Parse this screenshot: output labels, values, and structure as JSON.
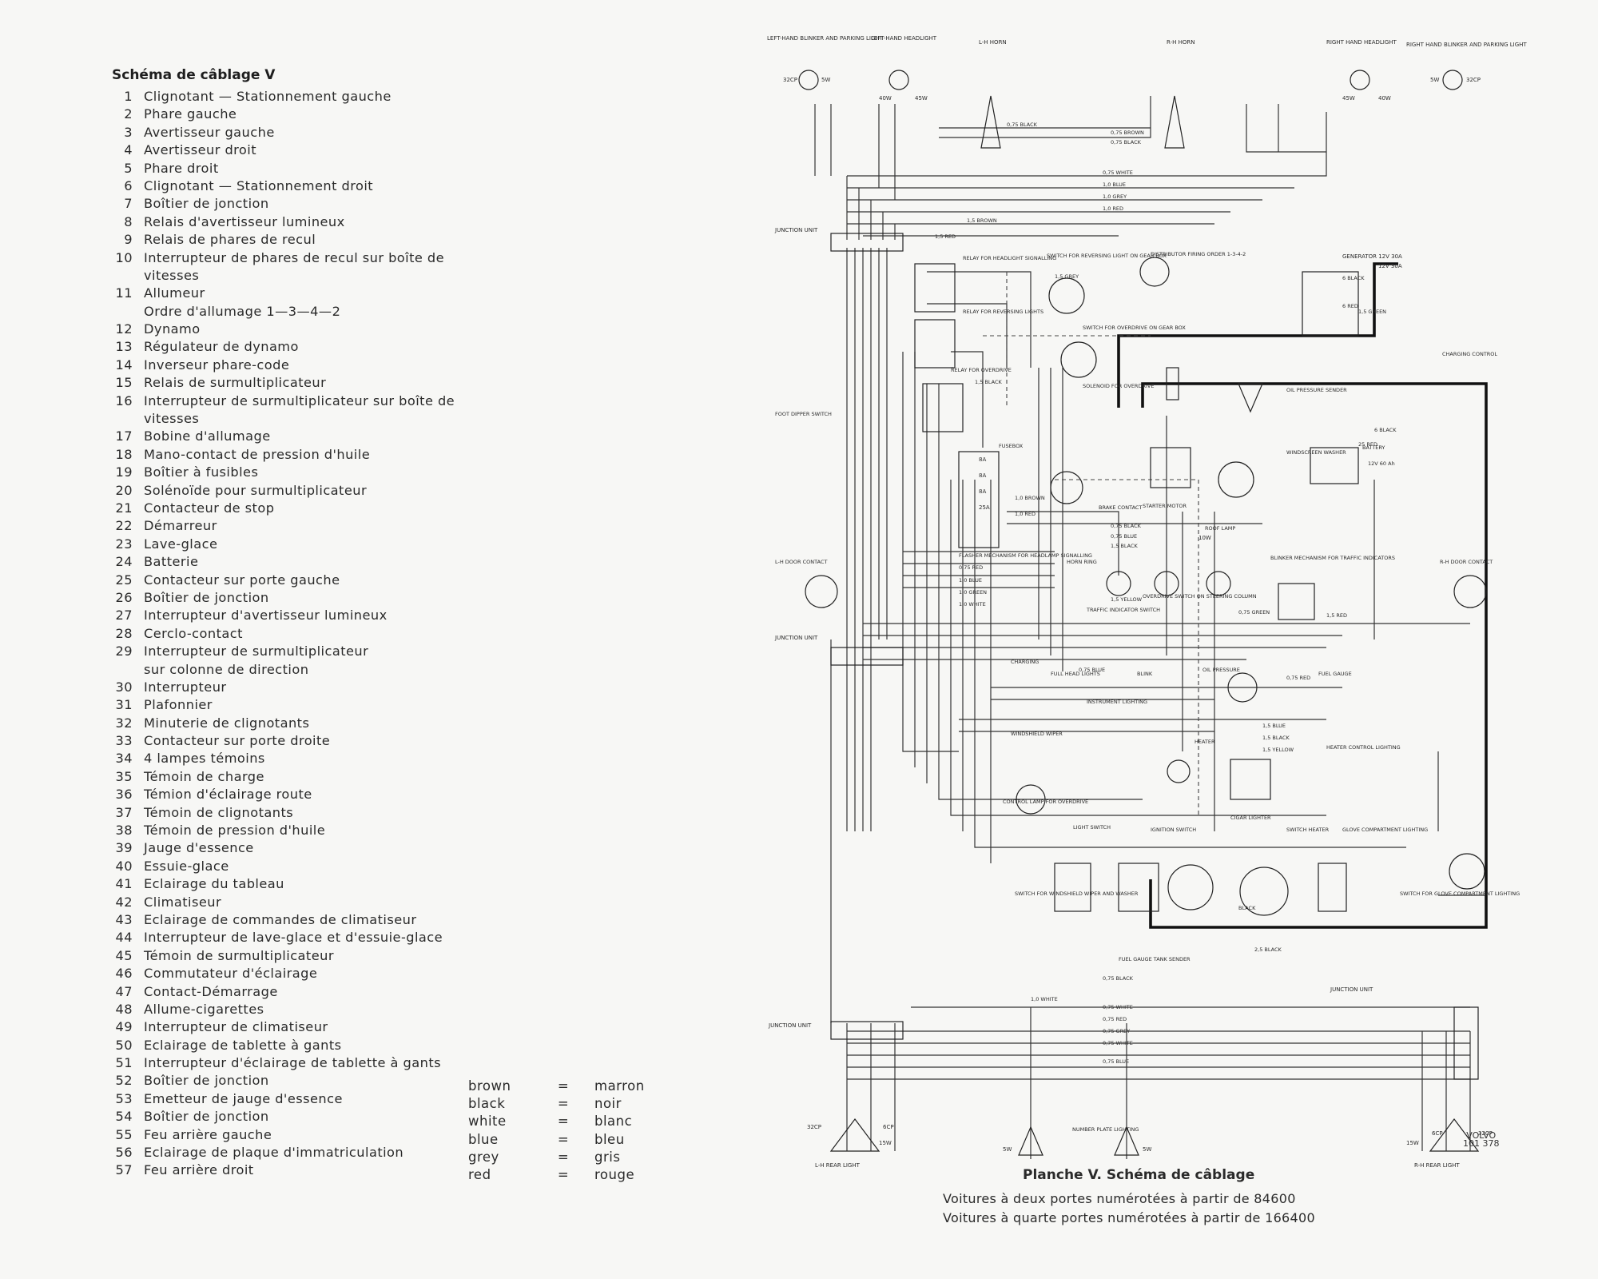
{
  "legend": {
    "title": "Schéma de câblage V",
    "items": [
      {
        "num": "1",
        "text": "Clignotant — Stationnement gauche"
      },
      {
        "num": "2",
        "text": "Phare gauche"
      },
      {
        "num": "3",
        "text": "Avertisseur gauche"
      },
      {
        "num": "4",
        "text": "Avertisseur droit"
      },
      {
        "num": "5",
        "text": "Phare droit"
      },
      {
        "num": "6",
        "text": "Clignotant — Stationnement droit"
      },
      {
        "num": "7",
        "text": "Boîtier de jonction"
      },
      {
        "num": "8",
        "text": "Relais d'avertisseur lumineux"
      },
      {
        "num": "9",
        "text": "Relais de phares de recul"
      },
      {
        "num": "10",
        "text": "Interrupteur de phares de recul sur boîte de"
      },
      {
        "num": "",
        "text": "vitesses"
      },
      {
        "num": "11",
        "text": "Allumeur"
      },
      {
        "num": "",
        "text": "Ordre d'allumage 1—3—4—2"
      },
      {
        "num": "12",
        "text": "Dynamo"
      },
      {
        "num": "13",
        "text": "Régulateur de dynamo"
      },
      {
        "num": "14",
        "text": "Inverseur phare-code"
      },
      {
        "num": "15",
        "text": "Relais de surmultiplicateur"
      },
      {
        "num": "16",
        "text": "Interrupteur de surmultiplicateur sur boîte de"
      },
      {
        "num": "",
        "text": "vitesses"
      },
      {
        "num": "17",
        "text": "Bobine d'allumage"
      },
      {
        "num": "18",
        "text": "Mano-contact de pression d'huile"
      },
      {
        "num": "19",
        "text": "Boîtier à fusibles"
      },
      {
        "num": "20",
        "text": "Solénoïde pour surmultiplicateur"
      },
      {
        "num": "21",
        "text": "Contacteur de stop"
      },
      {
        "num": "22",
        "text": "Démarreur"
      },
      {
        "num": "23",
        "text": "Lave-glace"
      },
      {
        "num": "24",
        "text": "Batterie"
      },
      {
        "num": "25",
        "text": "Contacteur sur porte gauche"
      },
      {
        "num": "26",
        "text": "Boîtier de jonction"
      },
      {
        "num": "27",
        "text": "Interrupteur d'avertisseur lumineux"
      },
      {
        "num": "28",
        "text": "Cerclo-contact"
      },
      {
        "num": "29",
        "text": "Interrupteur de surmultiplicateur"
      },
      {
        "num": "",
        "text": "sur colonne de direction"
      },
      {
        "num": "30",
        "text": "Interrupteur"
      },
      {
        "num": "31",
        "text": "Plafonnier"
      },
      {
        "num": "32",
        "text": "Minuterie de clignotants"
      },
      {
        "num": "33",
        "text": "Contacteur sur porte droite"
      },
      {
        "num": "34",
        "text": "4 lampes témoins"
      },
      {
        "num": "35",
        "text": "Témoin de charge"
      },
      {
        "num": "36",
        "text": "Témion d'éclairage route"
      },
      {
        "num": "37",
        "text": "Témoin de clignotants"
      },
      {
        "num": "38",
        "text": "Témoin de pression d'huile"
      },
      {
        "num": "39",
        "text": "Jauge d'essence"
      },
      {
        "num": "40",
        "text": "Essuie-glace"
      },
      {
        "num": "41",
        "text": "Eclairage du tableau"
      },
      {
        "num": "42",
        "text": "Climatiseur"
      },
      {
        "num": "43",
        "text": "Eclairage de commandes de climatiseur"
      },
      {
        "num": "44",
        "text": "Interrupteur de lave-glace et d'essuie-glace"
      },
      {
        "num": "45",
        "text": "Témoin de surmultiplicateur"
      },
      {
        "num": "46",
        "text": "Commutateur d'éclairage"
      },
      {
        "num": "47",
        "text": "Contact-Démarrage"
      },
      {
        "num": "48",
        "text": "Allume-cigarettes"
      },
      {
        "num": "49",
        "text": "Interrupteur de climatiseur"
      },
      {
        "num": "50",
        "text": "Eclairage de tablette à gants"
      },
      {
        "num": "51",
        "text": "Interrupteur d'éclairage de tablette à gants"
      },
      {
        "num": "52",
        "text": "Boîtier de jonction"
      },
      {
        "num": "53",
        "text": "Emetteur de jauge d'essence"
      },
      {
        "num": "54",
        "text": "Boîtier de jonction"
      },
      {
        "num": "55",
        "text": "Feu arrière gauche"
      },
      {
        "num": "56",
        "text": "Eclairage de plaque d'immatriculation"
      },
      {
        "num": "57",
        "text": "Feu arrière droit"
      }
    ]
  },
  "colors_table": [
    {
      "en": "brown",
      "eq": "=",
      "fr": "marron"
    },
    {
      "en": "black",
      "eq": "=",
      "fr": "noir"
    },
    {
      "en": "white",
      "eq": "=",
      "fr": "blanc"
    },
    {
      "en": "blue",
      "eq": "=",
      "fr": "bleu"
    },
    {
      "en": "grey",
      "eq": "=",
      "fr": "gris"
    },
    {
      "en": "red",
      "eq": "=",
      "fr": "rouge"
    }
  ],
  "caption": {
    "title": "Planche V.  Schéma de câblage",
    "line1": "Voitures à deux portes numérotées à partir de 84600",
    "line2": "Voitures à quarte portes numérotées à partir de 166400"
  },
  "stamp": {
    "brand": "VOLVO",
    "code": "101 378"
  },
  "diagram": {
    "component_labels": [
      {
        "id": "lh-blinker",
        "text": "LEFT-HAND BLINKER AND PARKING LIGHT"
      },
      {
        "id": "lh-headlight",
        "text": "LEFT-HAND HEADLIGHT"
      },
      {
        "id": "lh-horn",
        "text": "L-H HORN"
      },
      {
        "id": "rh-horn",
        "text": "R-H HORN"
      },
      {
        "id": "rh-headlight",
        "text": "RIGHT HAND HEADLIGHT"
      },
      {
        "id": "rh-blinker",
        "text": "RIGHT HAND BLINKER AND PARKING LIGHT"
      },
      {
        "id": "junction-top",
        "text": "JUNCTION UNIT"
      },
      {
        "id": "relay-signal",
        "text": "RELAY FOR HEADLIGHT SIGNALLING"
      },
      {
        "id": "relay-reversing",
        "text": "RELAY FOR REVERSING LIGHTS"
      },
      {
        "id": "relay-overdrive",
        "text": "RELAY FOR OVERDRIVE"
      },
      {
        "id": "switch-reversing",
        "text": "SWITCH FOR REVERSING LIGHT ON GEAR BOX"
      },
      {
        "id": "distributor",
        "text": "DISTRIBUTOR FIRING ORDER 1-3-4-2"
      },
      {
        "id": "generator",
        "text": "GENERATOR 12V 30A"
      },
      {
        "id": "charging-control",
        "text": "CHARGING CONTROL"
      },
      {
        "id": "switch-overdrive",
        "text": "SWITCH FOR OVERDRIVE ON GEAR BOX"
      },
      {
        "id": "solenoid",
        "text": "SOLENOID FOR OVERDRIVE"
      },
      {
        "id": "oil-sender",
        "text": "OIL PRESSURE SENDER"
      },
      {
        "id": "foot-dipper",
        "text": "FOOT DIPPER SWITCH"
      },
      {
        "id": "fusebox",
        "text": "FUSEBOX"
      },
      {
        "id": "starter",
        "text": "STARTER MOTOR"
      },
      {
        "id": "washer",
        "text": "WINDSCREEN WASHER"
      },
      {
        "id": "battery",
        "text": "BATTERY"
      },
      {
        "id": "battery-rating",
        "text": "12V 60 Ah"
      },
      {
        "id": "brake",
        "text": "BRAKE CONTACT"
      },
      {
        "id": "roof-lamp",
        "text": "ROOF LAMP"
      },
      {
        "id": "lh-door",
        "text": "L-H DOOR CONTACT"
      },
      {
        "id": "rh-door",
        "text": "R-H DOOR CONTACT"
      },
      {
        "id": "flasher",
        "text": "FLASHER MECHANISM FOR HEADLAMP SIGNALLING"
      },
      {
        "id": "horn-ring",
        "text": "HORN RING"
      },
      {
        "id": "overdrive-switch",
        "text": "OVERDRIVE SWITCH ON STEERING COLUMN"
      },
      {
        "id": "blinker-mech",
        "text": "BLINKER MECHANISM FOR TRAFFIC INDICATORS"
      },
      {
        "id": "traffic-switch",
        "text": "TRAFFIC INDICATOR SWITCH"
      },
      {
        "id": "junction-mid",
        "text": "JUNCTION UNIT"
      },
      {
        "id": "charging",
        "text": "CHARGING"
      },
      {
        "id": "full-head",
        "text": "FULL HEAD LIGHTS"
      },
      {
        "id": "blink",
        "text": "BLINK"
      },
      {
        "id": "oil-pressure",
        "text": "OIL PRESSURE"
      },
      {
        "id": "fuel-gauge",
        "text": "FUEL GAUGE"
      },
      {
        "id": "instrument",
        "text": "INSTRUMENT LIGHTING"
      },
      {
        "id": "wiper",
        "text": "WINDSHIELD WIPER"
      },
      {
        "id": "heater",
        "text": "HEATER"
      },
      {
        "id": "heater-control",
        "text": "HEATER CONTROL LIGHTING"
      },
      {
        "id": "control-lamp",
        "text": "CONTROL LAMP FOR OVERDRIVE"
      },
      {
        "id": "light-switch",
        "text": "LIGHT SWITCH"
      },
      {
        "id": "ignition",
        "text": "IGNITION SWITCH"
      },
      {
        "id": "cigar",
        "text": "CIGAR LIGHTER"
      },
      {
        "id": "switch-heater",
        "text": "SWITCH HEATER"
      },
      {
        "id": "glove-light",
        "text": "GLOVE COMPARTMENT LIGHTING"
      },
      {
        "id": "switch-glove",
        "text": "SWITCH FOR GLOVE COMPARTMENT LIGHTING"
      },
      {
        "id": "switch-wiper",
        "text": "SWITCH FOR WINDSHIELD WIPER AND WASHER"
      },
      {
        "id": "fuel-sender",
        "text": "FUEL GAUGE TANK SENDER"
      },
      {
        "id": "junction-bottom",
        "text": "JUNCTION UNIT"
      },
      {
        "id": "junction-rear",
        "text": "JUNCTION UNIT"
      },
      {
        "id": "number-plate",
        "text": "NUMBER PLATE LIGHTING"
      },
      {
        "id": "lh-rear",
        "text": "L-H REAR LIGHT"
      },
      {
        "id": "rh-rear",
        "text": "R-H REAR LIGHT"
      }
    ],
    "wire_labels": [
      {
        "id": "w1",
        "text": "0,75 BLACK"
      },
      {
        "id": "w2",
        "text": "0,75 BROWN"
      },
      {
        "id": "w3",
        "text": "0,75 BLACK"
      },
      {
        "id": "w4",
        "text": "0,75 WHITE"
      },
      {
        "id": "w5",
        "text": "1,0 BLUE"
      },
      {
        "id": "w6",
        "text": "1,0 GREY"
      },
      {
        "id": "w7",
        "text": "1,0 RED"
      },
      {
        "id": "w8",
        "text": "1,5 BROWN"
      },
      {
        "id": "w9",
        "text": "1,5 RED"
      },
      {
        "id": "w10",
        "text": "1,5 GREY"
      },
      {
        "id": "w11",
        "text": "6 BLACK"
      },
      {
        "id": "w12",
        "text": "6 RED"
      },
      {
        "id": "w13",
        "text": "1,5 GREEN"
      },
      {
        "id": "w14",
        "text": "6 BLACK"
      },
      {
        "id": "w15",
        "text": "25 RED"
      },
      {
        "id": "w16",
        "text": "1,5 BLACK"
      },
      {
        "id": "w17",
        "text": "1,0 BROWN"
      },
      {
        "id": "w18",
        "text": "1,0 RED"
      },
      {
        "id": "w19",
        "text": "0,75 BLACK"
      },
      {
        "id": "w20",
        "text": "0,75 BLUE"
      },
      {
        "id": "w21",
        "text": "1,5 BLACK"
      },
      {
        "id": "w22",
        "text": "0,75 RED"
      },
      {
        "id": "w23",
        "text": "1,0 BLUE"
      },
      {
        "id": "w24",
        "text": "1,0 GREEN"
      },
      {
        "id": "w25",
        "text": "1,0 WHITE"
      },
      {
        "id": "w26",
        "text": "1,5 YELLOW"
      },
      {
        "id": "w27",
        "text": "0,75 GREEN"
      },
      {
        "id": "w28",
        "text": "1,5 RED"
      },
      {
        "id": "w29",
        "text": "0,75 BLUE"
      },
      {
        "id": "w30",
        "text": "0,75 RED"
      },
      {
        "id": "w31",
        "text": "2,5 BLACK"
      },
      {
        "id": "w32",
        "text": "1,0 WHITE"
      },
      {
        "id": "w33",
        "text": "0,75 WHITE"
      },
      {
        "id": "w34",
        "text": "0,75 RED"
      },
      {
        "id": "w35",
        "text": "0,75 GREY"
      },
      {
        "id": "w36",
        "text": "0,75 WHITE"
      },
      {
        "id": "w37",
        "text": "0,75 BLUE"
      },
      {
        "id": "w38",
        "text": "0,75 BLACK"
      },
      {
        "id": "w39",
        "text": "1,5 BLUE"
      },
      {
        "id": "w40",
        "text": "1,5 BLACK"
      },
      {
        "id": "w41",
        "text": "1,5 YELLOW"
      },
      {
        "id": "w42",
        "text": "BLACK"
      }
    ],
    "lamp_ratings": {
      "lh_blinker_a": "32CP",
      "lh_blinker_b": "5W",
      "lh_head_a": "40W",
      "lh_head_b": "45W",
      "rh_head_a": "45W",
      "rh_head_b": "40W",
      "rh_blinker_a": "5W",
      "rh_blinker_b": "32CP",
      "roof": "10W",
      "plate_a": "5W",
      "plate_b": "5W",
      "rear_l_a": "32CP",
      "rear_l_b": "6CP",
      "rear_l_c": "15W",
      "rear_r_a": "15W",
      "rear_r_b": "6CP",
      "rear_r_c": "32CP",
      "generator": "12V 30A",
      "fuse_a": "8A",
      "fuse_b": "8A",
      "fuse_c": "8A",
      "fuse_d": "25A"
    }
  }
}
